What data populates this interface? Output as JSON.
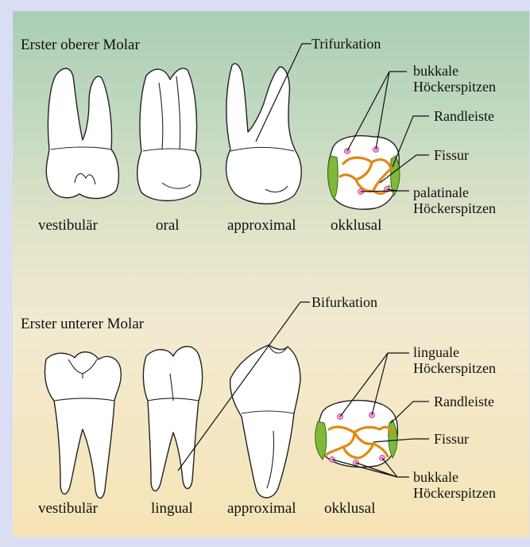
{
  "upper": {
    "title": "Erster oberer Molar",
    "views": [
      "vestibulär",
      "oral",
      "approximal",
      "okklusal"
    ],
    "trifurcation": "Trifurkation",
    "buccal_cusps": [
      "bukkale",
      "Höckerspitzen"
    ],
    "marginal_ridge": "Randleiste",
    "fissure": "Fissur",
    "palatal_cusps": [
      "palatinale",
      "Höckerspitzen"
    ]
  },
  "lower": {
    "title": "Erster unterer Molar",
    "views": [
      "vestibulär",
      "lingual",
      "approximal",
      "okklusal"
    ],
    "bifurcation": "Bifurkation",
    "lingual_cusps": [
      "linguale",
      "Höckerspitzen"
    ],
    "marginal_ridge": "Randleiste",
    "fissure": "Fissur",
    "buccal_cusps": [
      "bukkale",
      "Höckerspitzen"
    ]
  },
  "colors": {
    "background_frame": "#d9def5",
    "gradient_top": "#a9cdb3",
    "gradient_bottom": "#f6e4b6",
    "fissure": "#e08a12",
    "marginal_ridge": "#7fb83a",
    "cusp_tip": "#f0a0d8"
  }
}
